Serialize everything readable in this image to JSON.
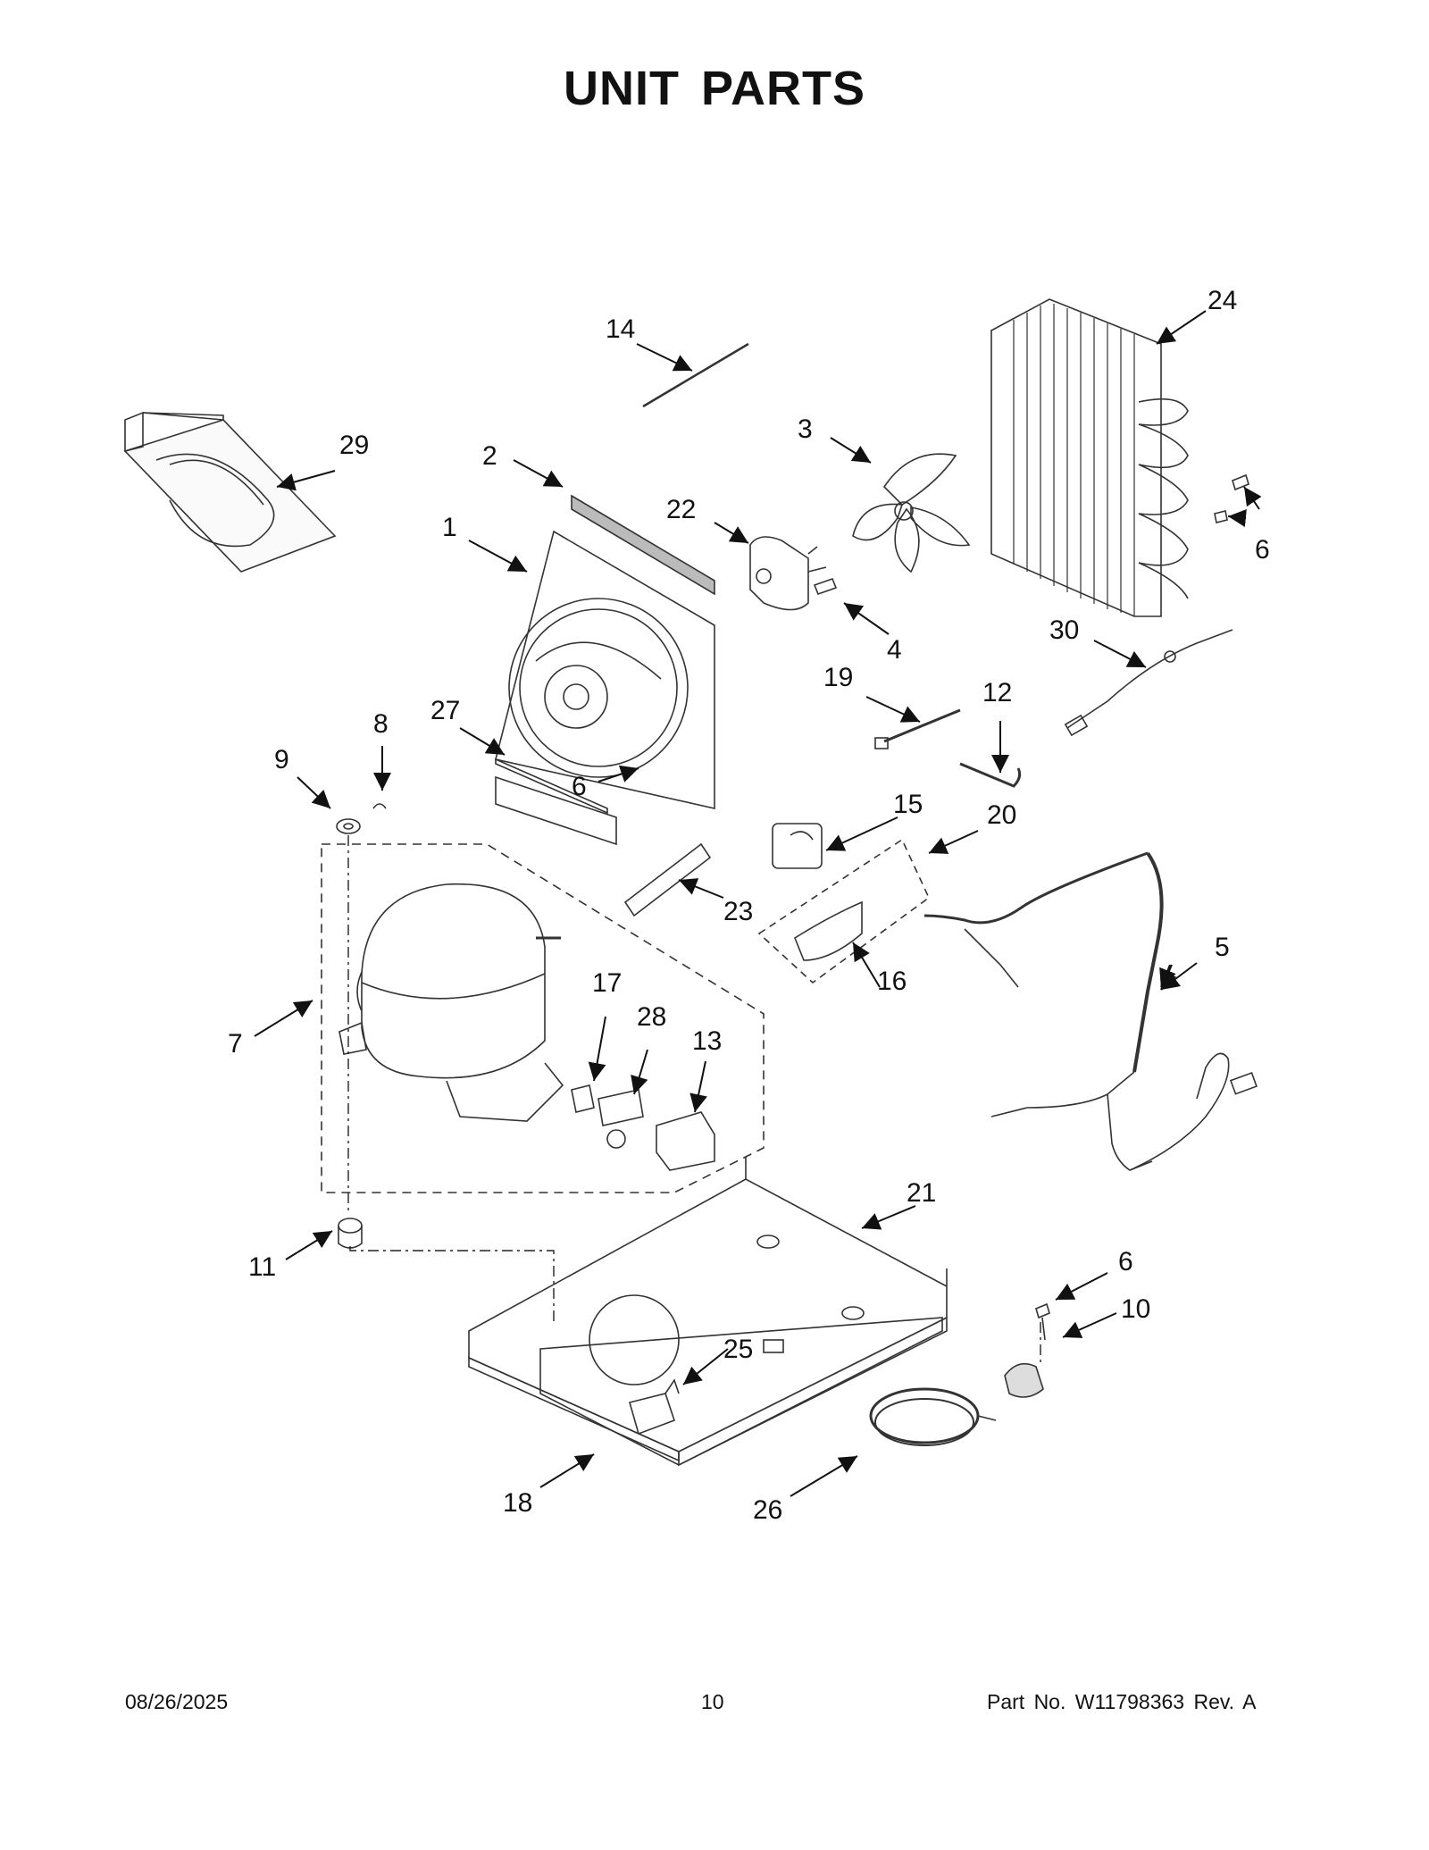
{
  "title": "UNIT PARTS",
  "callouts": {
    "c1": "1",
    "c2": "2",
    "c3": "3",
    "c4": "4",
    "c5": "5",
    "c6a": "6",
    "c6b": "6",
    "c6c": "6",
    "c7": "7",
    "c8": "8",
    "c9": "9",
    "c10": "10",
    "c11": "11",
    "c12": "12",
    "c13": "13",
    "c14": "14",
    "c15": "15",
    "c16": "16",
    "c17": "17",
    "c18": "18",
    "c19": "19",
    "c20": "20",
    "c21": "21",
    "c22": "22",
    "c23": "23",
    "c24": "24",
    "c25": "25",
    "c26": "26",
    "c27": "27",
    "c28": "28",
    "c29": "29",
    "c30": "30"
  },
  "footer": {
    "date": "08/26/2025",
    "page": "10",
    "part": "Part No.  W11798363  Rev.  A"
  }
}
